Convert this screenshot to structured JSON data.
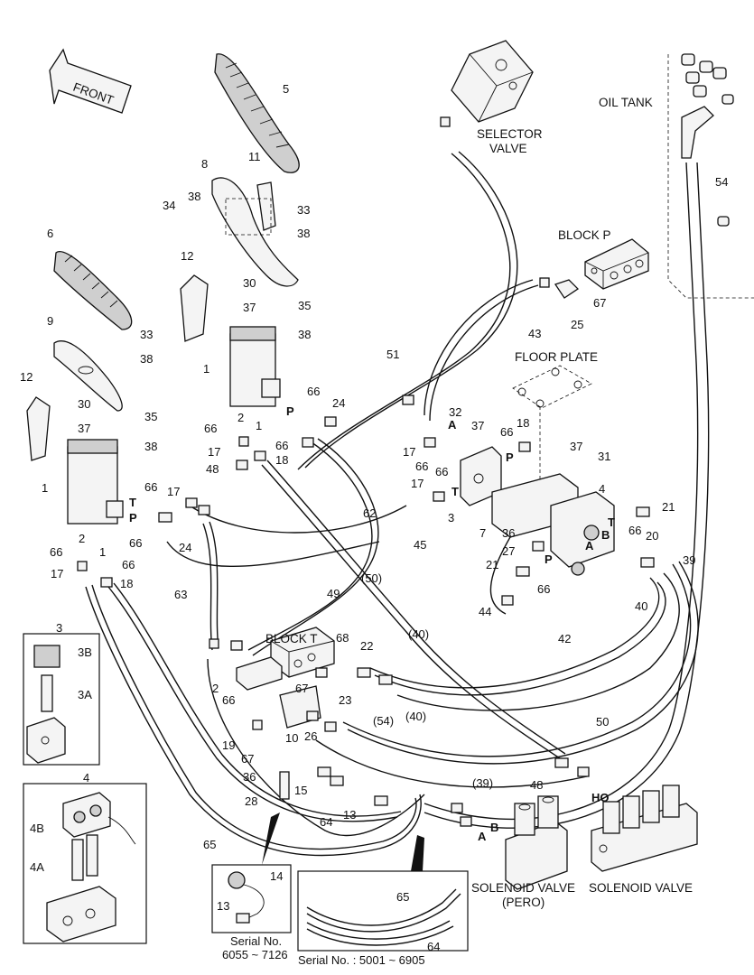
{
  "labels": {
    "front": "FRONT",
    "oil_tank": "OIL TANK",
    "selector_valve_1": "SELECTOR",
    "selector_valve_2": "VALVE",
    "block_p": "BLOCK  P",
    "floor_plate": "FLOOR PLATE",
    "block_t": "BLOCK  T",
    "solenoid_valve_pero_1": "SOLENOID VALVE",
    "solenoid_valve_pero_2": "(PERO)",
    "solenoid_valve": "SOLENOID VALVE",
    "serial_left_1": "Serial No.",
    "serial_left_2": "6055 ~ 7126",
    "serial_bottom": "Serial No. : 5001 ~ 6905",
    "ho": "HO"
  },
  "part_numbers": {
    "n5": "5",
    "n8": "8",
    "n11": "11",
    "n34": "34",
    "n38a": "38",
    "n33a": "33",
    "n38b": "38",
    "n6": "6",
    "n12a": "12",
    "n30a": "30",
    "n37a": "37",
    "n35a": "35",
    "n38c": "38",
    "n9": "9",
    "n33b": "33",
    "n38d": "38",
    "n1a": "1",
    "n12b": "12",
    "n30b": "30",
    "n37b": "37",
    "n35b": "35",
    "n38e": "38",
    "n1b": "1",
    "n66a": "66",
    "n24a": "24",
    "n2a": "2",
    "n1c": "1",
    "n66b": "66",
    "n66c": "66",
    "n17a": "17",
    "n48a": "48",
    "n18a": "18",
    "n66d": "66",
    "n17b": "17",
    "n66e": "66",
    "n24b": "24",
    "n2b": "2",
    "n1d": "1",
    "n66f": "66",
    "n66g": "66",
    "n17c": "17",
    "n18b": "18",
    "n63": "63",
    "n49": "49",
    "n62": "62",
    "n50a": "(50)",
    "n51": "51",
    "n43": "43",
    "n25": "25",
    "n67a": "67",
    "n54": "54",
    "n32": "32",
    "n37c": "37",
    "n66h": "66",
    "n18c": "18",
    "n17d": "17",
    "n66i": "66",
    "n66j": "66",
    "n17e": "17",
    "n3a": "3",
    "n45": "45",
    "n7": "7",
    "n36a": "36",
    "n27": "27",
    "n21a": "21",
    "n66k": "66",
    "n44": "44",
    "n37d": "37",
    "n31": "31",
    "n4a": "4",
    "n21b": "21",
    "n66l": "66",
    "n20": "20",
    "n39": "39",
    "n40a": "40",
    "n42": "42",
    "n68": "68",
    "n22": "22",
    "n40b": "(40)",
    "n2c": "2",
    "n66m": "66",
    "n67b": "67",
    "n23": "23",
    "n54b": "(54)",
    "n40c": "(40)",
    "n19": "19",
    "n10": "10",
    "n26": "26",
    "n67c": "67",
    "n36b": "36",
    "n28": "28",
    "n15": "15",
    "n13a": "13",
    "n39b": "(39)",
    "n48b": "48",
    "n50b": "50",
    "n64a": "64",
    "n65a": "65",
    "n3b": "3",
    "n3B": "3B",
    "n3A": "3A",
    "n4b": "4",
    "n4B": "4B",
    "n4A": "4A",
    "n14": "14",
    "n13b": "13",
    "n65b": "65",
    "n64b": "64"
  },
  "port_letters": {
    "p1": "P",
    "t1": "T",
    "p2": "P",
    "a1": "A",
    "p3": "P",
    "t2": "T",
    "p4": "P",
    "a2": "A",
    "b1": "B",
    "t3": "T",
    "b2": "B",
    "a3": "A"
  }
}
